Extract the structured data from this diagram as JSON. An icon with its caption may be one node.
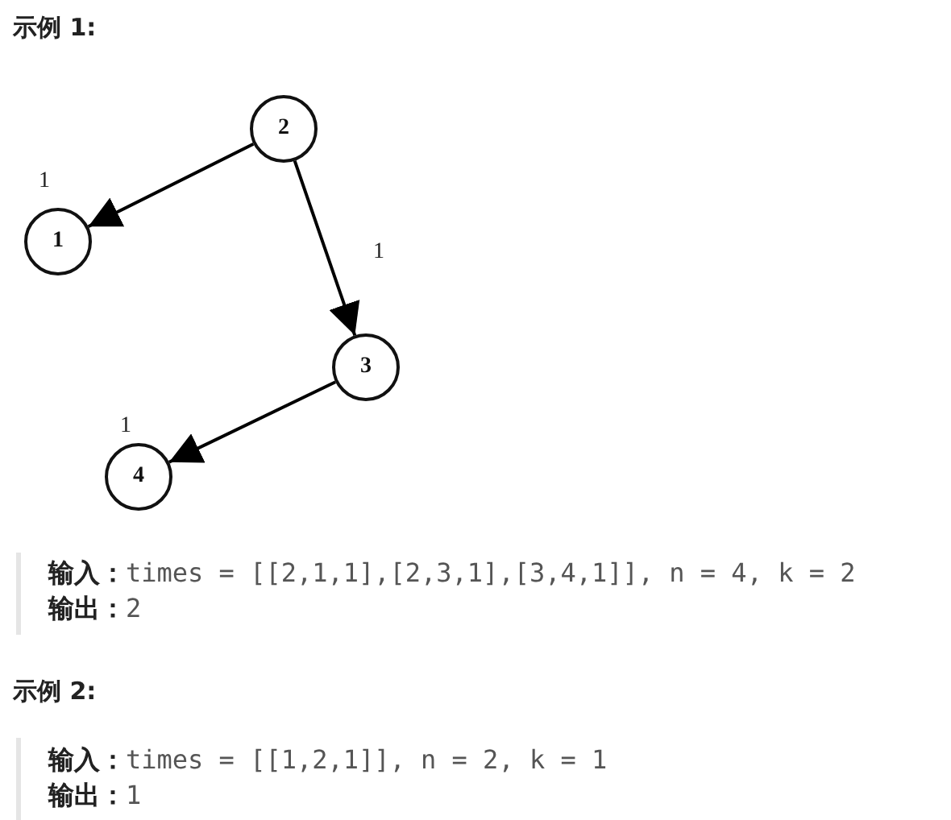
{
  "diagram": {
    "nodes": [
      {
        "text": [
          "2"
        ]
      },
      {
        "text": [
          "1"
        ]
      },
      {
        "text": [
          "3"
        ]
      },
      {
        "text": [
          "4"
        ]
      }
    ],
    "edges": [
      {
        "from": 0,
        "to": 1,
        "arrow": "to",
        "label": "1"
      },
      {
        "from": 0,
        "to": 2,
        "arrow": "to",
        "label": "1"
      },
      {
        "from": 2,
        "to": 3,
        "arrow": "to",
        "label": "1"
      }
    ],
    "labels": [
      "示例 1:",
      "**输入：**times = [[2,1,1],[2,3,1],[3,4,1]], n = 4, k = 2",
      "**输出：**2",
      "示例 2:",
      "**输入：**times = [[1,2,1]], n = 2, k = 1",
      "**输出：**1"
    ]
  }
}
